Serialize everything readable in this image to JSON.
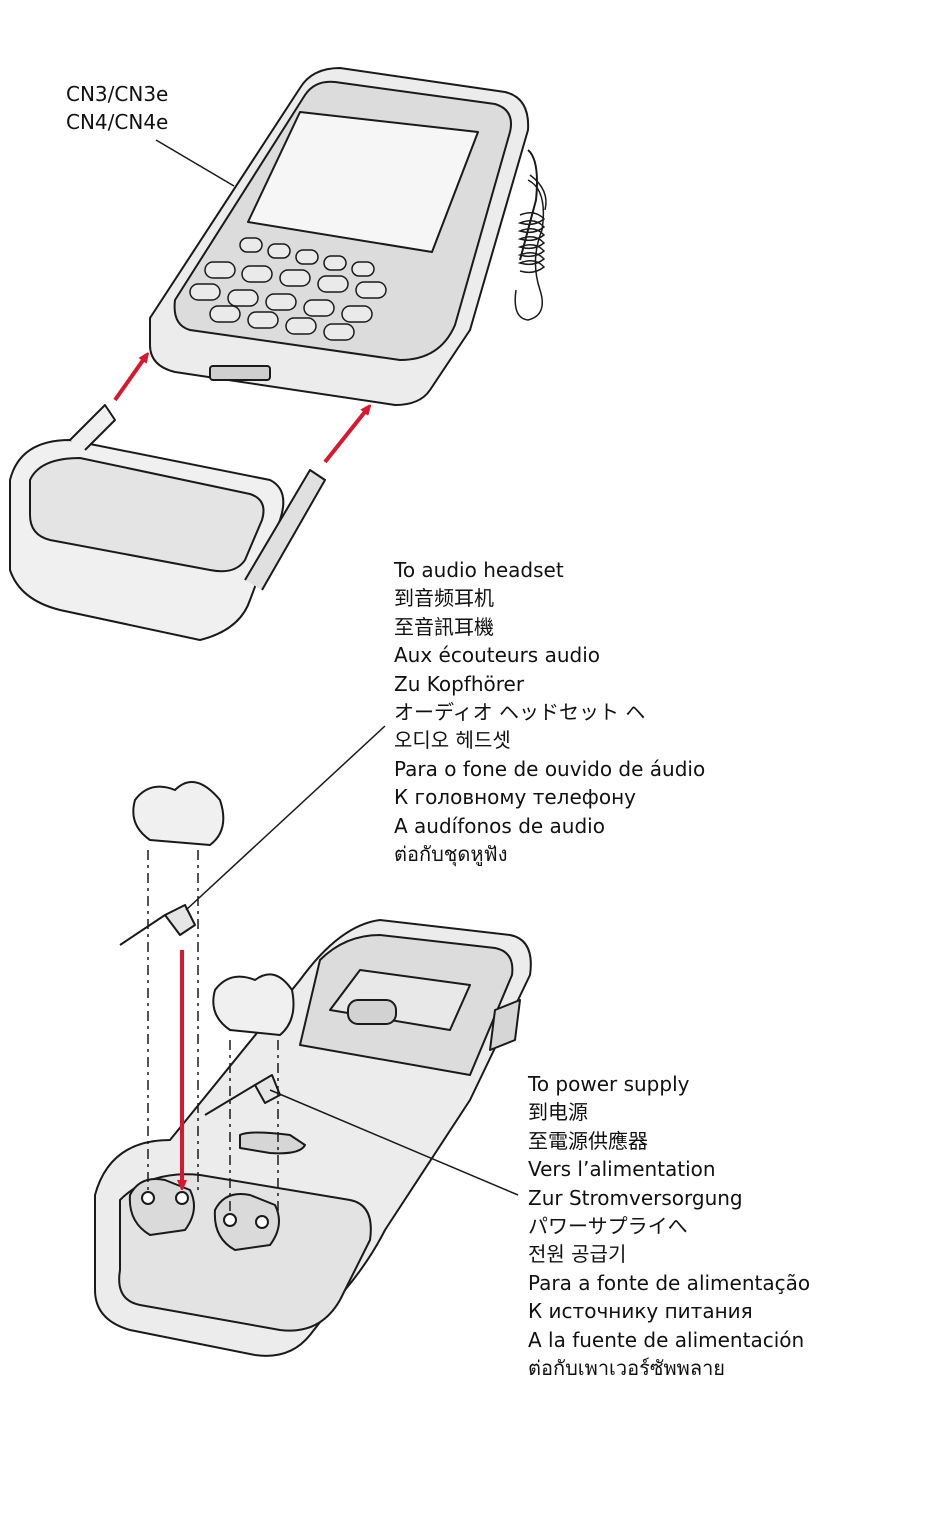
{
  "model_label": [
    "CN3/CN3e",
    "CN4/CN4e"
  ],
  "audio_label": [
    "To audio headset",
    "到音频耳机",
    "至音訊耳機",
    "Aux écouteurs audio",
    "Zu Kopfhörer",
    "オーディオ ヘッドセット ヘ",
    "오디오 헤드셋",
    "Para o fone de ouvido de áudio",
    "К головному телефону",
    "A audífonos de audio",
    "ต่อกับชุดหูฟัง"
  ],
  "power_label": [
    "To power supply",
    "到电源",
    "至電源供應器",
    "Vers l’alimentation",
    "Zur Stromversorgung",
    "パワーサプライへ",
    "전원 공급기",
    "Para a fonte de alimentação",
    "К источнику питания",
    "A la fuente de alimentación",
    "ต่อกับเพาเวอร์ซัพพลาย"
  ],
  "colors": {
    "arrow": "#d7192f",
    "line": "#1a1a1a",
    "device_fill": "#eeeeee",
    "device_dark": "#d6d6d6"
  }
}
